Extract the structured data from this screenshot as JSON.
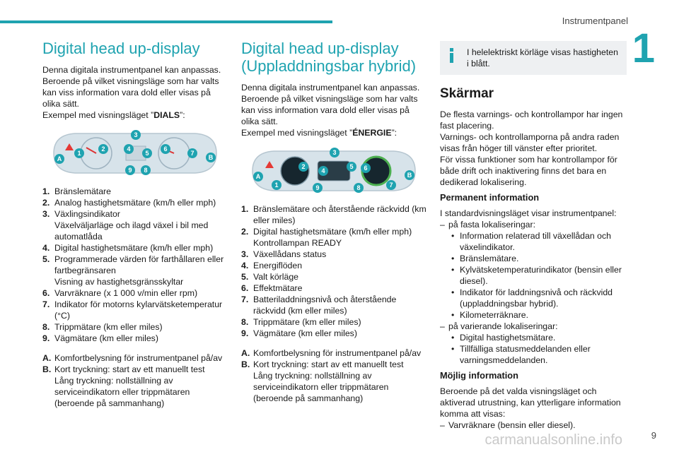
{
  "header": {
    "title": "Instrumentpanel",
    "chapter": "1",
    "page_number": "9"
  },
  "footer": {
    "watermark": "carmanualsonline.info"
  },
  "col1": {
    "heading": "Digital head up-display",
    "intro": [
      "Denna digitala instrumentpanel kan anpassas.",
      "Beroende på vilket visningsläge som har valts kan viss information vara dold eller visas på olika sätt."
    ],
    "example_prefix": "Exempel med visningsläget ”",
    "example_mode": "DIALS",
    "example_suffix": "”:",
    "diagram_labels": [
      "A",
      "1",
      "2",
      "3",
      "4",
      "5",
      "6",
      "7",
      "B",
      "9",
      "8"
    ],
    "items": [
      {
        "k": "1.",
        "t": "Bränslemätare"
      },
      {
        "k": "2.",
        "t": "Analog hastighetsmätare (km/h eller mph)"
      },
      {
        "k": "3.",
        "t": "Växlingsindikator\nVäxelväljarläge och ilagd växel i bil med automatlåda"
      },
      {
        "k": "4.",
        "t": "Digital hastighetsmätare (km/h eller mph)"
      },
      {
        "k": "5.",
        "t": "Programmerade värden för farthållaren eller fartbegränsaren\nVisning av hastighetsgränsskyltar"
      },
      {
        "k": "6.",
        "t": "Varvräknare (x 1 000 v/min eller rpm)"
      },
      {
        "k": "7.",
        "t": "Indikator för motorns kylarvätsketemperatur (°C)"
      },
      {
        "k": "8.",
        "t": "Trippmätare (km eller miles)"
      },
      {
        "k": "9.",
        "t": "Vägmätare (km eller miles)"
      }
    ],
    "letters": [
      {
        "k": "A.",
        "t": "Komfortbelysning för instrumentpanel på/av"
      },
      {
        "k": "B.",
        "t": "Kort tryckning: start av ett manuellt test\nLång tryckning: nollställning av serviceindikatorn eller trippmätaren (beroende på sammanhang)"
      }
    ]
  },
  "col2": {
    "heading": "Digital head up-display (Uppladdningsbar hybrid)",
    "intro": [
      "Denna digitala instrumentpanel kan anpassas.",
      "Beroende på vilket visningsläge som har valts kan viss information vara dold eller visas på olika sätt."
    ],
    "example_prefix": "Exempel med visningsläget ”",
    "example_mode": "ÉNERGIE",
    "example_suffix": "”:",
    "diagram_labels": [
      "A",
      "1",
      "2",
      "3",
      "4",
      "5",
      "6",
      "7",
      "B",
      "9",
      "8"
    ],
    "items": [
      {
        "k": "1.",
        "t": "Bränslemätare och återstående räckvidd (km eller miles)"
      },
      {
        "k": "2.",
        "t": "Digital hastighetsmätare (km/h eller mph)\nKontrollampan READY"
      },
      {
        "k": "3.",
        "t": "Växellådans status"
      },
      {
        "k": "4.",
        "t": "Energiflöden"
      },
      {
        "k": "5.",
        "t": "Valt körläge"
      },
      {
        "k": "6.",
        "t": "Effektmätare"
      },
      {
        "k": "7.",
        "t": "Batteriladdningsnivå och återstående räckvidd (km eller miles)"
      },
      {
        "k": "8.",
        "t": "Trippmätare (km eller miles)"
      },
      {
        "k": "9.",
        "t": "Vägmätare (km eller miles)"
      }
    ],
    "letters": [
      {
        "k": "A.",
        "t": "Komfortbelysning för instrumentpanel på/av"
      },
      {
        "k": "B.",
        "t": "Kort tryckning: start av ett manuellt test\nLång tryckning: nollställning av serviceindikatorn eller trippmätaren (beroende på sammanhang)"
      }
    ]
  },
  "col3": {
    "info_note": "I helelektriskt körläge visas hastigheten i blått.",
    "heading": "Skärmar",
    "para1": [
      "De flesta varnings- och kontrollampor har ingen fast placering.",
      "Varnings- och kontrollamporna på andra raden visas från höger till vänster efter prioritet.",
      "För vissa funktioner som har kontrollampor för både drift och inaktivering finns det bara en dedikerad lokalisering."
    ],
    "sub1": "Permanent information",
    "sub1_intro": "I standardvisningsläget visar instrumentpanel:",
    "fixed_label": "på fasta lokaliseringar:",
    "fixed_items": [
      "Information relaterad till växellådan och växelindikator.",
      "Bränslemätare.",
      "Kylvätsketemperaturindikator (bensin eller diesel).",
      "Indikator för laddningsnivå och räckvidd (uppladdningsbar hybrid).",
      "Kilometerräknare."
    ],
    "varying_label": "på varierande lokaliseringar:",
    "varying_items": [
      "Digital hastighetsmätare.",
      "Tillfälliga statusmeddelanden eller varningsmeddelanden."
    ],
    "sub2": "Möjlig information",
    "sub2_text": "Beroende på det valda visningsläget och aktiverad utrustning, kan ytterligare information komma att visas:",
    "sub2_items": [
      "Varvräknare (bensin eller diesel)."
    ]
  },
  "colors": {
    "accent": "#1fa3b0",
    "info_bg": "#eef0f2",
    "cluster_bg": "#d7e3ea"
  }
}
